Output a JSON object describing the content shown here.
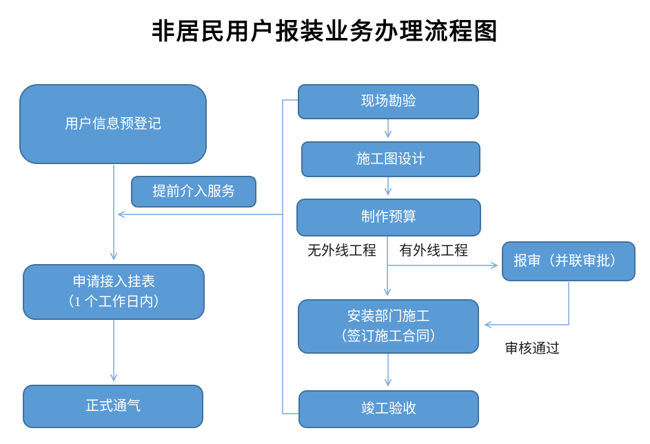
{
  "title": "非居民用户报装业务办理流程图",
  "colors": {
    "box_fill": "#5b9bd5",
    "box_border": "#41719c",
    "connector_line": "#7aa7d9",
    "box_text": "#ffffff",
    "label_text": "#1a1a1a",
    "title_text": "#000000"
  },
  "nodes": {
    "pre_register": {
      "label": "用户信息预登记"
    },
    "early_service": {
      "label": "提前介入服务"
    },
    "apply_meter": {
      "line1": "申请接入挂表",
      "line2": "（1 个工作日内）"
    },
    "official_gas": {
      "label": "正式通气"
    },
    "site_survey": {
      "label": "现场勘验"
    },
    "design": {
      "label": "施工图设计"
    },
    "budget": {
      "label": "制作预算"
    },
    "approval": {
      "label": "报审（并联审批）"
    },
    "install": {
      "line1": "安装部门施工",
      "line2": "（签订施工合同）"
    },
    "completion": {
      "label": "竣工验收"
    }
  },
  "edge_labels": {
    "no_external": "无外线工程",
    "has_external": "有外线工程",
    "approved": "审核通过"
  }
}
